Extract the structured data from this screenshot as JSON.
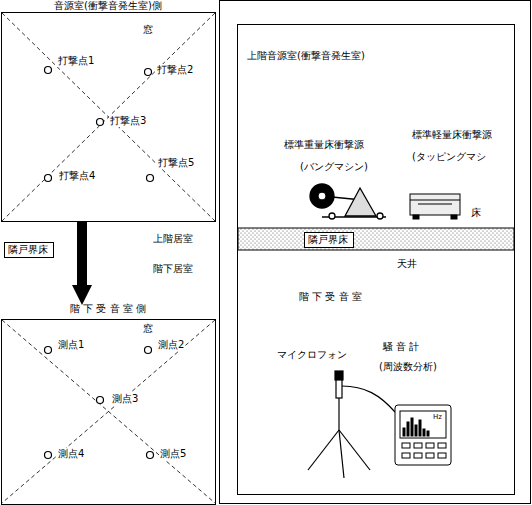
{
  "diagram": {
    "nodes": [
      {
        "text": [
          "音源室(衝撃音発生室)側"
        ]
      },
      {
        "text": [
          "階 下 受 音 室 側"
        ]
      },
      {
        "text": [
          "隣戸界床"
        ]
      },
      {
        "text": [
          "隣戸界床"
        ]
      }
    ],
    "edges": [
      {
        "from": 0,
        "to": 1,
        "arrow": "to"
      }
    ],
    "labels": [
      "窓",
      "打撃点1",
      "打撃点2",
      "打撃点3",
      "打撃点4",
      "打撃点5",
      "上階居室",
      "階下居室",
      "窓",
      "測点1",
      "測点2",
      "測点3",
      "測点4",
      "測点5",
      "上階音源室(衝撃音発生室)",
      "標準重量床衝撃源",
      "(バングマシン)",
      "標準軽量床衝撃源",
      "(タッピングマシ",
      "床",
      "天井",
      "階 下 受 音 室",
      "マイクロフォン",
      "騒 音 計",
      "(周波数分析)",
      "Hz"
    ]
  }
}
